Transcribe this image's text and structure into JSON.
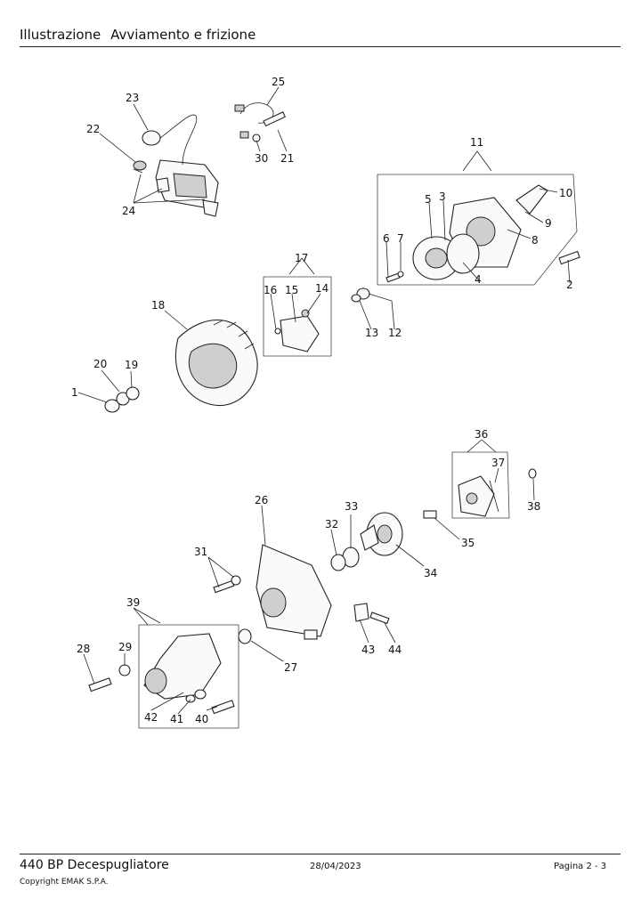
{
  "header": {
    "title_prefix": "Illustrazione",
    "title": "Avviamento e frizione"
  },
  "footer": {
    "model": "440 BP Decespugliatore",
    "date": "28/04/2023",
    "page": "Pagina 2 - 3",
    "copyright": "Copyright EMAK S.P.A."
  },
  "callouts": [
    "1",
    "2",
    "3",
    "4",
    "5",
    "6",
    "7",
    "8",
    "9",
    "10",
    "11",
    "12",
    "13",
    "14",
    "15",
    "16",
    "17",
    "18",
    "19",
    "20",
    "21",
    "22",
    "23",
    "24",
    "25",
    "26",
    "27",
    "28",
    "29",
    "30",
    "31",
    "32",
    "33",
    "34",
    "35",
    "36",
    "37",
    "38",
    "39",
    "40",
    "41",
    "42",
    "43",
    "44"
  ]
}
